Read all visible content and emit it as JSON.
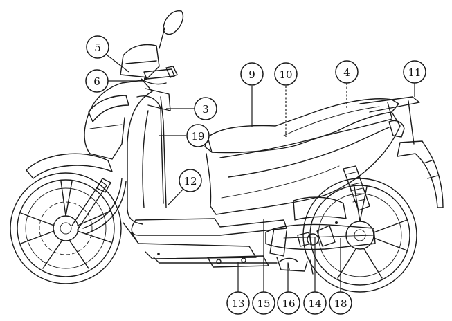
{
  "callouts": [
    {
      "id": "5",
      "label": "5"
    },
    {
      "id": "6",
      "label": "6"
    },
    {
      "id": "3",
      "label": "3"
    },
    {
      "id": "19",
      "label": "19"
    },
    {
      "id": "9",
      "label": "9"
    },
    {
      "id": "10",
      "label": "10"
    },
    {
      "id": "4",
      "label": "4"
    },
    {
      "id": "11",
      "label": "11"
    },
    {
      "id": "12",
      "label": "12"
    },
    {
      "id": "13",
      "label": "13"
    },
    {
      "id": "15",
      "label": "15"
    },
    {
      "id": "16",
      "label": "16"
    },
    {
      "id": "14",
      "label": "14"
    },
    {
      "id": "18",
      "label": "18"
    }
  ]
}
